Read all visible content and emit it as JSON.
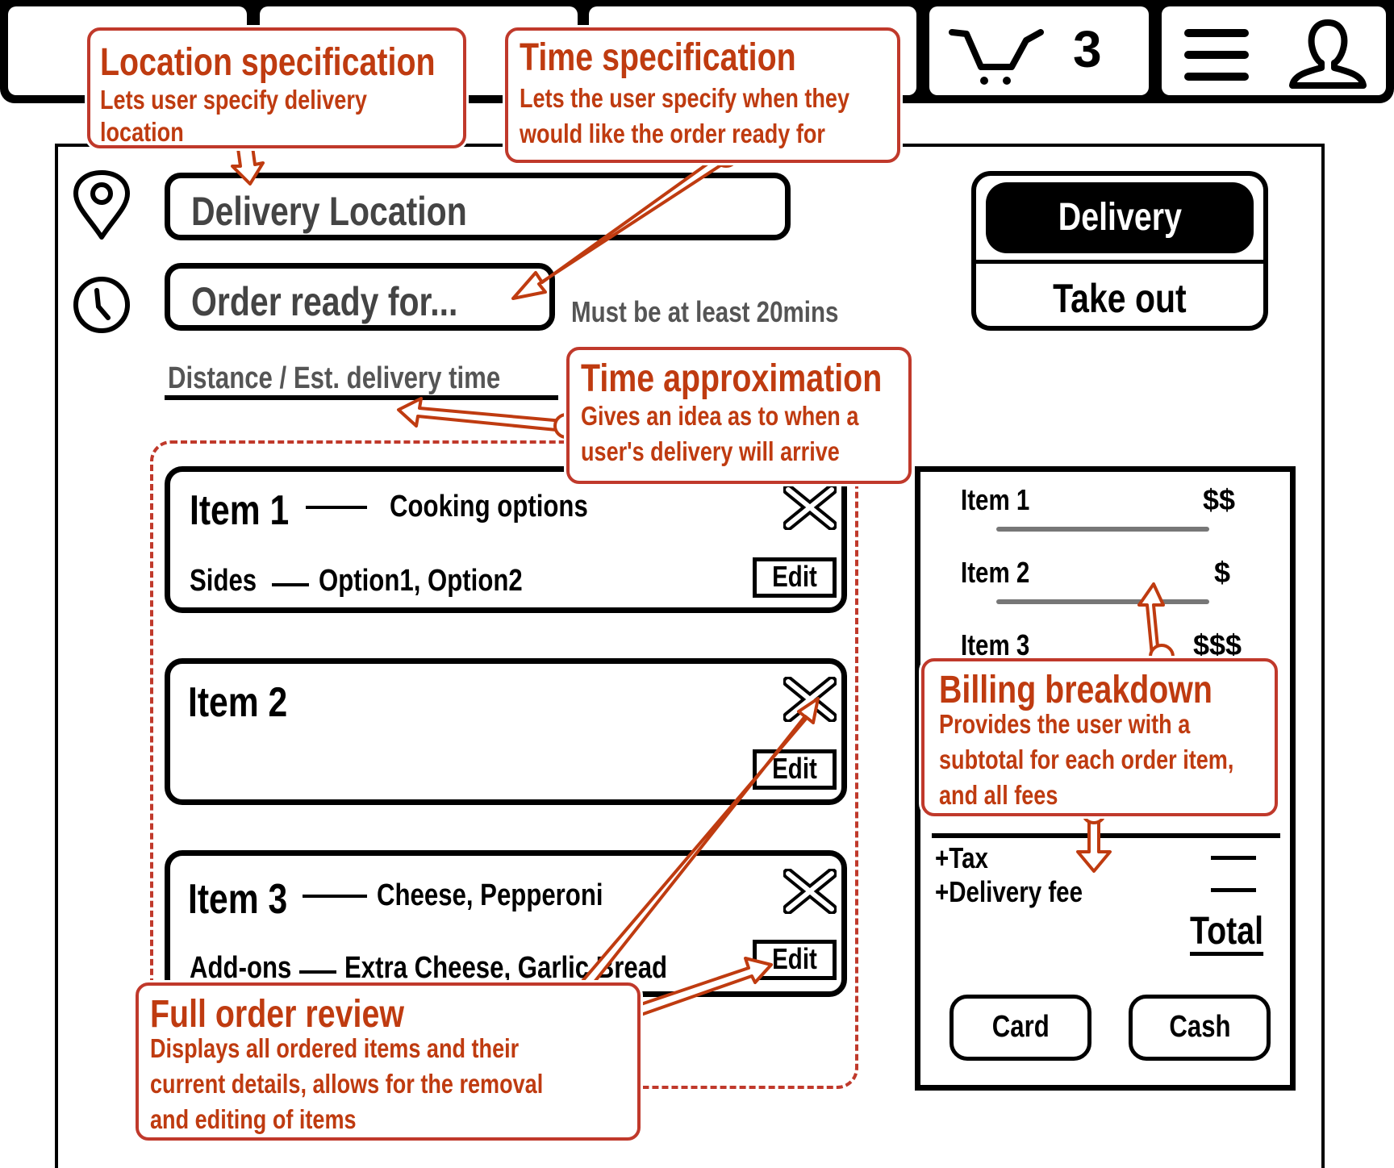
{
  "header": {
    "cart_count": "3"
  },
  "delivery": {
    "location_placeholder": "Delivery Location",
    "time_placeholder": "Order ready for...",
    "time_hint": "Must be at least 20mins",
    "distance_label": "Distance / Est. delivery time"
  },
  "mode_toggle": {
    "selected": "Delivery",
    "other": "Take out"
  },
  "order_items": [
    {
      "name": "Item 1",
      "detail": "Cooking options",
      "sub_label": "Sides",
      "sub_value": "Option1, Option2",
      "edit_label": "Edit"
    },
    {
      "name": "Item 2",
      "edit_label": "Edit"
    },
    {
      "name": "Item 3",
      "detail": "Cheese, Pepperoni",
      "sub_label": "Add-ons",
      "sub_value": "Extra Cheese, Garlic Bread",
      "edit_label": "Edit"
    }
  ],
  "billing": {
    "lines": [
      {
        "name": "Item 1",
        "price": "$$"
      },
      {
        "name": "Item 2",
        "price": "$"
      },
      {
        "name": "Item 3",
        "price": "$$$"
      }
    ],
    "tax_label": "+Tax",
    "fee_label": "+Delivery fee",
    "total_label": "Total",
    "card_label": "Card",
    "cash_label": "Cash"
  },
  "annotations": {
    "location": {
      "title": "Location specification",
      "body": [
        "Lets user specify delivery",
        "location"
      ]
    },
    "time": {
      "title": "Time specification",
      "body": [
        "Lets the user specify when they",
        "would like the order ready for"
      ]
    },
    "approx": {
      "title": "Time approximation",
      "body": [
        "Gives an idea as to when a",
        "user's delivery will arrive"
      ]
    },
    "billing": {
      "title": "Billing breakdown",
      "body": [
        "Provides the user with a",
        "subtotal for each order item,",
        "and all fees"
      ]
    },
    "review": {
      "title": "Full order review",
      "body": [
        "Displays all ordered items and their",
        "current details, allows for the removal",
        "and editing of items"
      ]
    }
  },
  "colors": {
    "annotation": "#bf3b10",
    "frame": "#000000",
    "muted_text": "#444444"
  }
}
